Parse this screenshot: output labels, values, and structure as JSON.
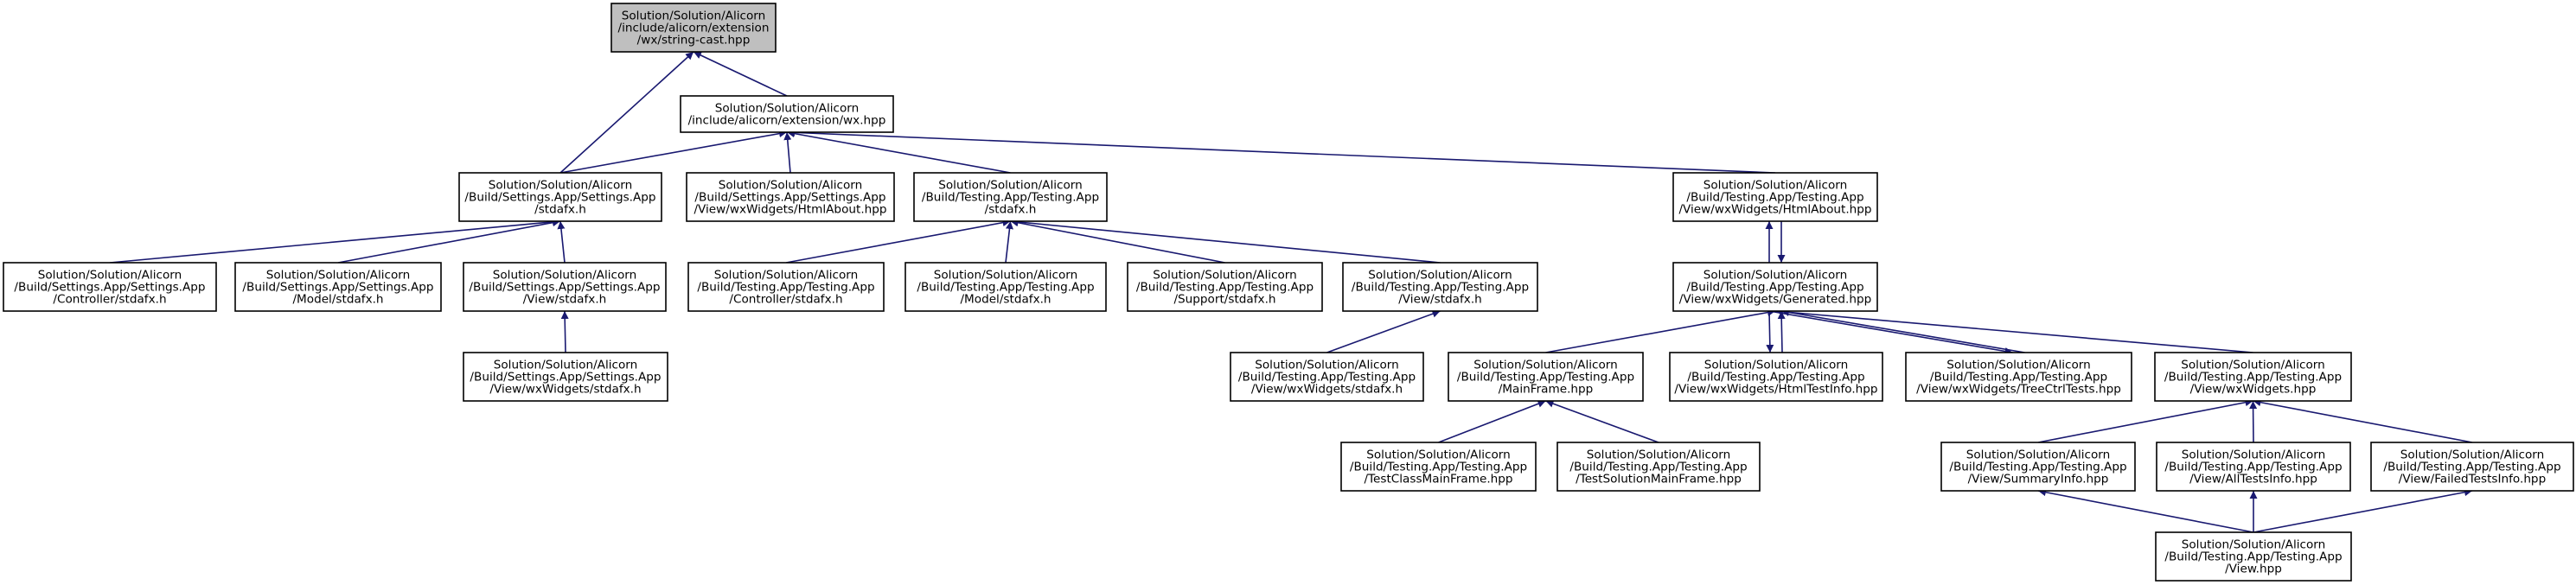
{
  "diagram": {
    "type": "include-dependency-graph",
    "edge_color": "#191970",
    "root_fill": "#bfbfbf",
    "nodes": [
      {
        "id": "n0",
        "lines": [
          "Solution/Solution/Alicorn",
          "/include/alicorn/extension",
          "/wx/string-cast.hpp"
        ]
      },
      {
        "id": "n1",
        "lines": [
          "Solution/Solution/Alicorn",
          "/include/alicorn/extension/wx.hpp"
        ]
      },
      {
        "id": "n2",
        "lines": [
          "Solution/Solution/Alicorn",
          "/Build/Settings.App/Settings.App",
          "/stdafx.h"
        ]
      },
      {
        "id": "n3",
        "lines": [
          "Solution/Solution/Alicorn",
          "/Build/Settings.App/Settings.App",
          "/View/wxWidgets/HtmlAbout.hpp"
        ]
      },
      {
        "id": "n4",
        "lines": [
          "Solution/Solution/Alicorn",
          "/Build/Testing.App/Testing.App",
          "/stdafx.h"
        ]
      },
      {
        "id": "n5",
        "lines": [
          "Solution/Solution/Alicorn",
          "/Build/Testing.App/Testing.App",
          "/View/wxWidgets/HtmlAbout.hpp"
        ]
      },
      {
        "id": "n6",
        "lines": [
          "Solution/Solution/Alicorn",
          "/Build/Settings.App/Settings.App",
          "/Controller/stdafx.h"
        ]
      },
      {
        "id": "n7",
        "lines": [
          "Solution/Solution/Alicorn",
          "/Build/Settings.App/Settings.App",
          "/Model/stdafx.h"
        ]
      },
      {
        "id": "n8",
        "lines": [
          "Solution/Solution/Alicorn",
          "/Build/Settings.App/Settings.App",
          "/View/stdafx.h"
        ]
      },
      {
        "id": "n9",
        "lines": [
          "Solution/Solution/Alicorn",
          "/Build/Settings.App/Settings.App",
          "/View/wxWidgets/stdafx.h"
        ]
      },
      {
        "id": "n10",
        "lines": [
          "Solution/Solution/Alicorn",
          "/Build/Testing.App/Testing.App",
          "/Controller/stdafx.h"
        ]
      },
      {
        "id": "n11",
        "lines": [
          "Solution/Solution/Alicorn",
          "/Build/Testing.App/Testing.App",
          "/Model/stdafx.h"
        ]
      },
      {
        "id": "n12",
        "lines": [
          "Solution/Solution/Alicorn",
          "/Build/Testing.App/Testing.App",
          "/Support/stdafx.h"
        ]
      },
      {
        "id": "n13",
        "lines": [
          "Solution/Solution/Alicorn",
          "/Build/Testing.App/Testing.App",
          "/View/stdafx.h"
        ]
      },
      {
        "id": "n14",
        "lines": [
          "Solution/Solution/Alicorn",
          "/Build/Testing.App/Testing.App",
          "/View/wxWidgets/stdafx.h"
        ]
      },
      {
        "id": "n15",
        "lines": [
          "Solution/Solution/Alicorn",
          "/Build/Testing.App/Testing.App",
          "/View/wxWidgets/Generated.hpp"
        ]
      },
      {
        "id": "n16",
        "lines": [
          "Solution/Solution/Alicorn",
          "/Build/Testing.App/Testing.App",
          "/MainFrame.hpp"
        ]
      },
      {
        "id": "n17",
        "lines": [
          "Solution/Solution/Alicorn",
          "/Build/Testing.App/Testing.App",
          "/View/wxWidgets/HtmlTestInfo.hpp"
        ]
      },
      {
        "id": "n18",
        "lines": [
          "Solution/Solution/Alicorn",
          "/Build/Testing.App/Testing.App",
          "/View/wxWidgets/TreeCtrlTests.hpp"
        ]
      },
      {
        "id": "n19",
        "lines": [
          "Solution/Solution/Alicorn",
          "/Build/Testing.App/Testing.App",
          "/View/wxWidgets.hpp"
        ]
      },
      {
        "id": "n20",
        "lines": [
          "Solution/Solution/Alicorn",
          "/Build/Testing.App/Testing.App",
          "/TestClassMainFrame.hpp"
        ]
      },
      {
        "id": "n21",
        "lines": [
          "Solution/Solution/Alicorn",
          "/Build/Testing.App/Testing.App",
          "/TestSolutionMainFrame.hpp"
        ]
      },
      {
        "id": "n22",
        "lines": [
          "Solution/Solution/Alicorn",
          "/Build/Testing.App/Testing.App",
          "/View/SummaryInfo.hpp"
        ]
      },
      {
        "id": "n23",
        "lines": [
          "Solution/Solution/Alicorn",
          "/Build/Testing.App/Testing.App",
          "/View/AllTestsInfo.hpp"
        ]
      },
      {
        "id": "n24",
        "lines": [
          "Solution/Solution/Alicorn",
          "/Build/Testing.App/Testing.App",
          "/View/FailedTestsInfo.hpp"
        ]
      },
      {
        "id": "n25",
        "lines": [
          "Solution/Solution/Alicorn",
          "/Build/Testing.App/Testing.App",
          "/View.hpp"
        ]
      }
    ],
    "edges": [
      [
        "n1",
        "n0"
      ],
      [
        "n2",
        "n0"
      ],
      [
        "n2",
        "n1"
      ],
      [
        "n3",
        "n1"
      ],
      [
        "n4",
        "n1"
      ],
      [
        "n5",
        "n1"
      ],
      [
        "n6",
        "n2"
      ],
      [
        "n7",
        "n2"
      ],
      [
        "n8",
        "n2"
      ],
      [
        "n9",
        "n8"
      ],
      [
        "n10",
        "n4"
      ],
      [
        "n11",
        "n4"
      ],
      [
        "n12",
        "n4"
      ],
      [
        "n13",
        "n4"
      ],
      [
        "n14",
        "n13"
      ],
      [
        "n15",
        "n5"
      ],
      [
        "n5",
        "n15"
      ],
      [
        "n16",
        "n15"
      ],
      [
        "n17",
        "n15"
      ],
      [
        "n18",
        "n15"
      ],
      [
        "n19",
        "n15"
      ],
      [
        "n15",
        "n17"
      ],
      [
        "n15",
        "n18"
      ],
      [
        "n20",
        "n16"
      ],
      [
        "n21",
        "n16"
      ],
      [
        "n22",
        "n19"
      ],
      [
        "n23",
        "n19"
      ],
      [
        "n24",
        "n19"
      ],
      [
        "n25",
        "n22"
      ],
      [
        "n25",
        "n23"
      ],
      [
        "n25",
        "n24"
      ]
    ]
  }
}
